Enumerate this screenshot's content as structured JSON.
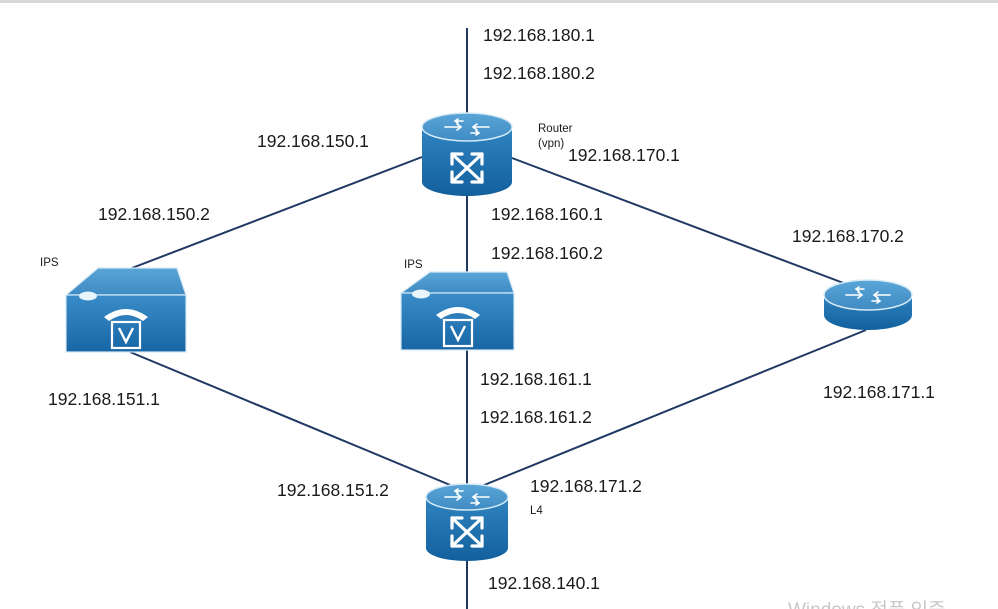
{
  "diagram": {
    "colors": {
      "link": "#1f3864",
      "device_fill_top": "#4a94c9",
      "device_fill_bottom": "#1a6aa7",
      "device_edge": "#d6eaf6"
    },
    "devices": {
      "router": {
        "label": "Router",
        "sublabel": "(vpn)",
        "icon": "switch-arrows-icon"
      },
      "ips_left": {
        "label": "IPS",
        "icon": "ips-shield-icon"
      },
      "ips_center": {
        "label": "IPS",
        "icon": "ips-shield-icon"
      },
      "router_right": {
        "label": "",
        "icon": "router-icon"
      },
      "l4": {
        "label": "L4",
        "icon": "switch-arrows-icon"
      }
    },
    "ips": {
      "ip_180_1": "192.168.180.1",
      "ip_180_2": "192.168.180.2",
      "ip_150_1": "192.168.150.1",
      "ip_170_1": "192.168.170.1",
      "ip_150_2": "192.168.150.2",
      "ip_160_1": "192.168.160.1",
      "ip_170_2": "192.168.170.2",
      "ip_160_2": "192.168.160.2",
      "ip_161_1": "192.168.161.1",
      "ip_151_1": "192.168.151.1",
      "ip_171_1": "192.168.171.1",
      "ip_161_2": "192.168.161.2",
      "ip_151_2": "192.168.151.2",
      "ip_171_2": "192.168.171.2",
      "ip_140_1": "192.168.140.1"
    },
    "watermark": "Windows 정품 인증"
  }
}
